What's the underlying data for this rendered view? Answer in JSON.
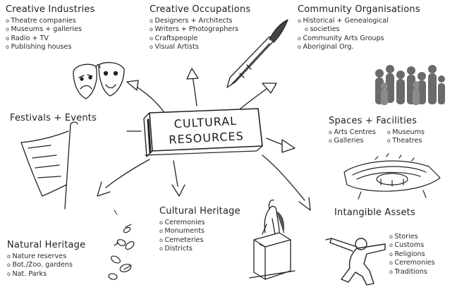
{
  "center": {
    "line1": "CULTURAL",
    "line2": "RESOURCES"
  },
  "creative_industries": {
    "title": "Creative Industries",
    "items": [
      "Theatre companies",
      "Museums + galleries",
      "Radio + TV",
      "Publishing houses"
    ]
  },
  "creative_occupations": {
    "title": "Creative Occupations",
    "items": [
      "Designers + Architects",
      "Writers + Photographers",
      "Craftspeople",
      "Visual Artists"
    ]
  },
  "community_organisations": {
    "title": "Community Organisations",
    "items": [
      "Historical + Genealogical",
      "societies",
      "Community Arts Groups",
      "Aboriginal Org."
    ]
  },
  "festivals": {
    "title": "Festivals + Events"
  },
  "spaces": {
    "title": "Spaces + Facilities",
    "col1": [
      "Arts Centres",
      "Galleries"
    ],
    "col2": [
      "Museums",
      "Theatres"
    ]
  },
  "cultural_heritage": {
    "title": "Cultural Heritage",
    "items": [
      "Ceremonies",
      "Monuments",
      "Cemeteries",
      "Districts"
    ]
  },
  "natural_heritage": {
    "title": "Natural Heritage",
    "items": [
      "Nature reserves",
      "Bot./Zoo. gardens",
      "Nat. Parks"
    ]
  },
  "intangible": {
    "title": "Intangible Assets",
    "items": [
      "Stories",
      "Customs",
      "Religions",
      "Ceremonies",
      "Traditions"
    ]
  },
  "colors": {
    "ink": "#222222",
    "background": "#ffffff"
  },
  "icons": [
    "theatre-masks-icon",
    "paintbrush-icon",
    "crowd-icon",
    "flag-icon",
    "amphitheatre-icon",
    "monument-statue-icon",
    "leaves-icon",
    "pointing-figure-icon"
  ]
}
